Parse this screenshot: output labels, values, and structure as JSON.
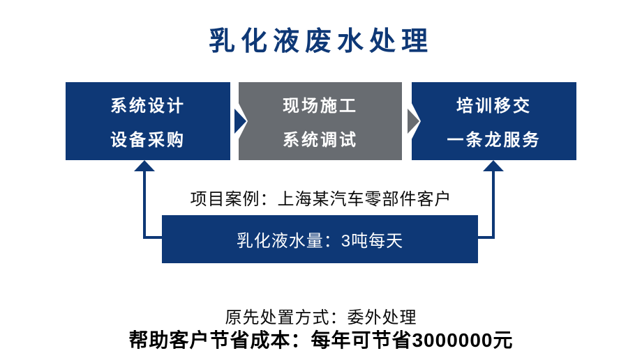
{
  "page": {
    "title": "乳化液废水处理",
    "background_color": "#ffffff"
  },
  "colors": {
    "navy": "#0e3876",
    "gray": "#686c71",
    "white": "#ffffff",
    "text_black": "#0a0a0a"
  },
  "flow": {
    "steps": [
      {
        "line1": "系统设计",
        "line2": "设备采购",
        "color": "#0e3876"
      },
      {
        "line1": "现场施工",
        "line2": "系统调试",
        "color": "#686c71"
      },
      {
        "line1": "培训移交",
        "line2": "一条龙服务",
        "color": "#0e3876"
      }
    ],
    "icons": {
      "step_arrow": "chevron-right",
      "connector_arrow": "arrow-up"
    }
  },
  "case": {
    "label": "项目案例：上海某汽车零部件客户",
    "bar_text": "乳化液水量：3吨每天"
  },
  "summary": {
    "line1": "原先处置方式：委外处理",
    "line2": "帮助客户节省成本：每年可节省3000000元"
  }
}
